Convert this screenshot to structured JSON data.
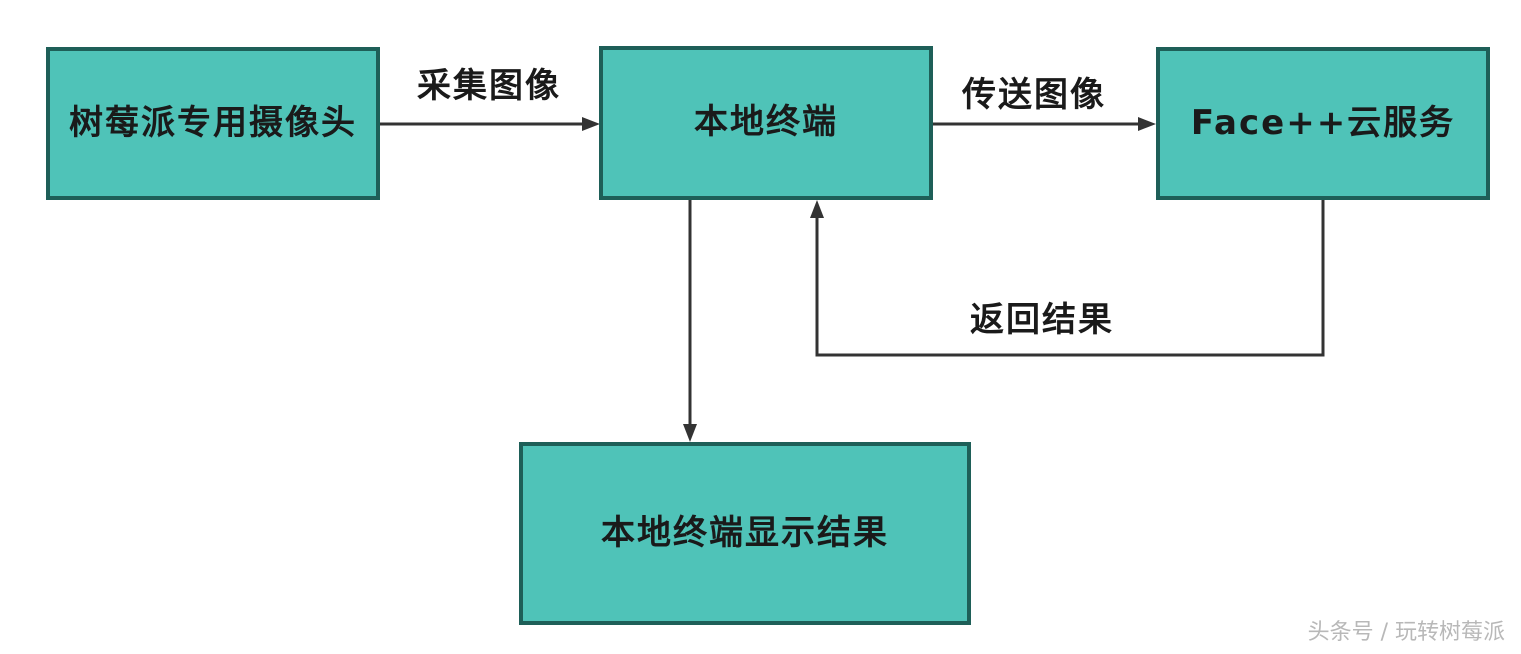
{
  "nodes": {
    "camera": "树莓派专用摄像头",
    "local_terminal": "本地终端",
    "cloud_service": "Face++云服务",
    "display_result": "本地终端显示结果"
  },
  "edges": {
    "capture": "采集图像",
    "transmit": "传送图像",
    "return_result": "返回结果"
  },
  "watermark": "头条号 / 玩转树莓派",
  "colors": {
    "box_fill": "#4fc3b8",
    "box_border": "#1e5f58",
    "arrow": "#333333"
  }
}
